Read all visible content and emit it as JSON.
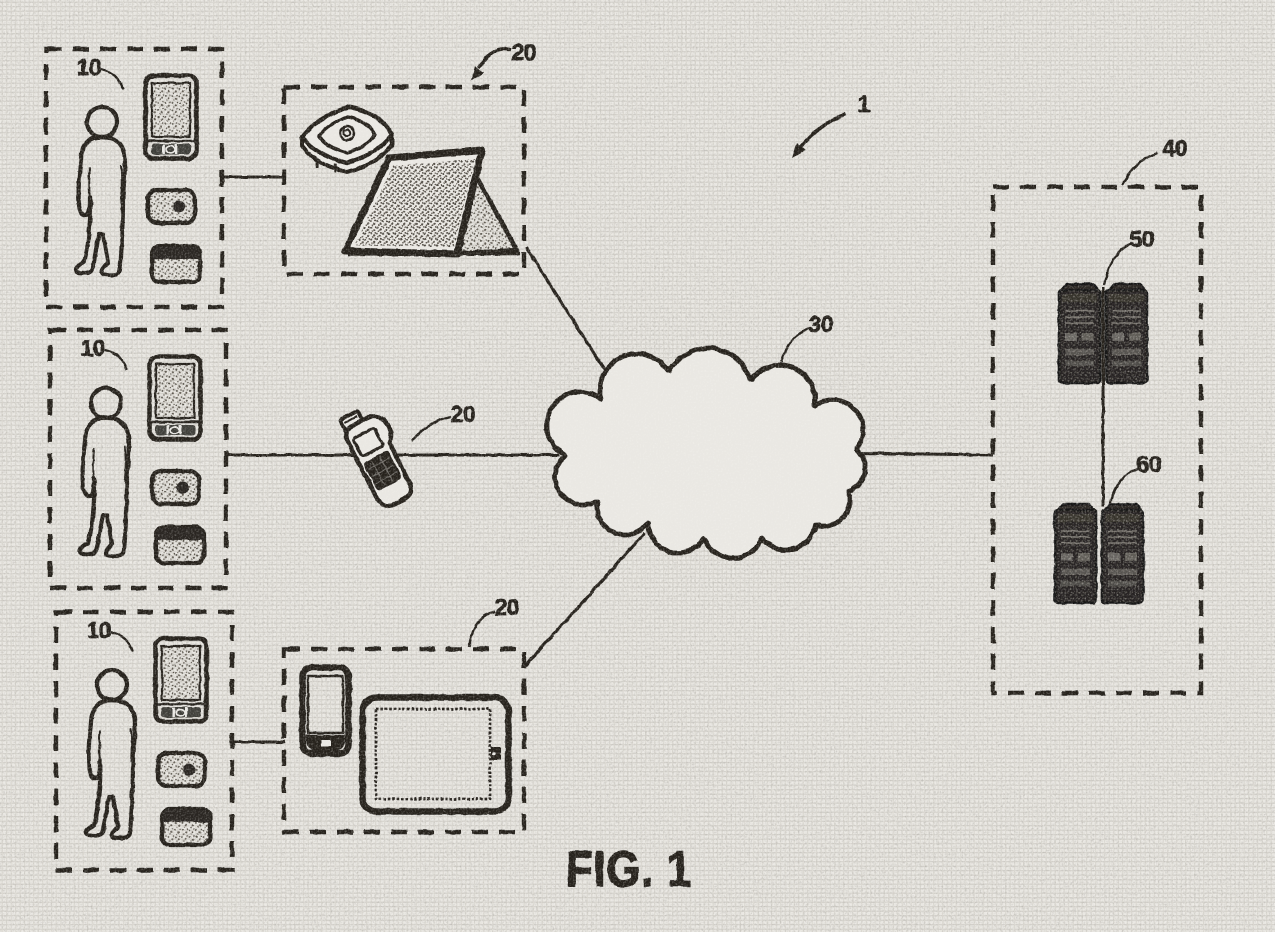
{
  "figure": {
    "caption": "FIG. 1",
    "system_reference": "1"
  },
  "reference_labels": {
    "user": "10",
    "merchant_device": "20",
    "network": "30",
    "server_system": "40",
    "upper_server": "50",
    "lower_server": "60"
  },
  "colors": {
    "paper": "#eae8e3",
    "ink": "#26231f"
  },
  "diagram": {
    "type": "patent-network-figure",
    "nodes": [
      {
        "ref": "10",
        "name": "user-with-mobile-devices",
        "count": 3
      },
      {
        "ref": "20",
        "name": "merchant-pos-device-group",
        "count": 3
      },
      {
        "ref": "30",
        "name": "communication-network-cloud",
        "count": 1
      },
      {
        "ref": "40",
        "name": "remote-server-system",
        "count": 1
      },
      {
        "ref": "50",
        "name": "upper-server-pair",
        "count": 1
      },
      {
        "ref": "60",
        "name": "lower-server-pair",
        "count": 1
      }
    ],
    "connections": [
      {
        "from": "10",
        "to": "20",
        "instance": "top"
      },
      {
        "from": "10",
        "to": "20",
        "instance": "middle"
      },
      {
        "from": "10",
        "to": "20",
        "instance": "bottom"
      },
      {
        "from": "20",
        "to": "30",
        "instance": "top"
      },
      {
        "from": "20",
        "to": "30",
        "instance": "middle"
      },
      {
        "from": "20",
        "to": "30",
        "instance": "bottom"
      },
      {
        "from": "30",
        "to": "40",
        "instance": "single"
      },
      {
        "from": "50",
        "to": "60",
        "instance": "single"
      }
    ]
  }
}
